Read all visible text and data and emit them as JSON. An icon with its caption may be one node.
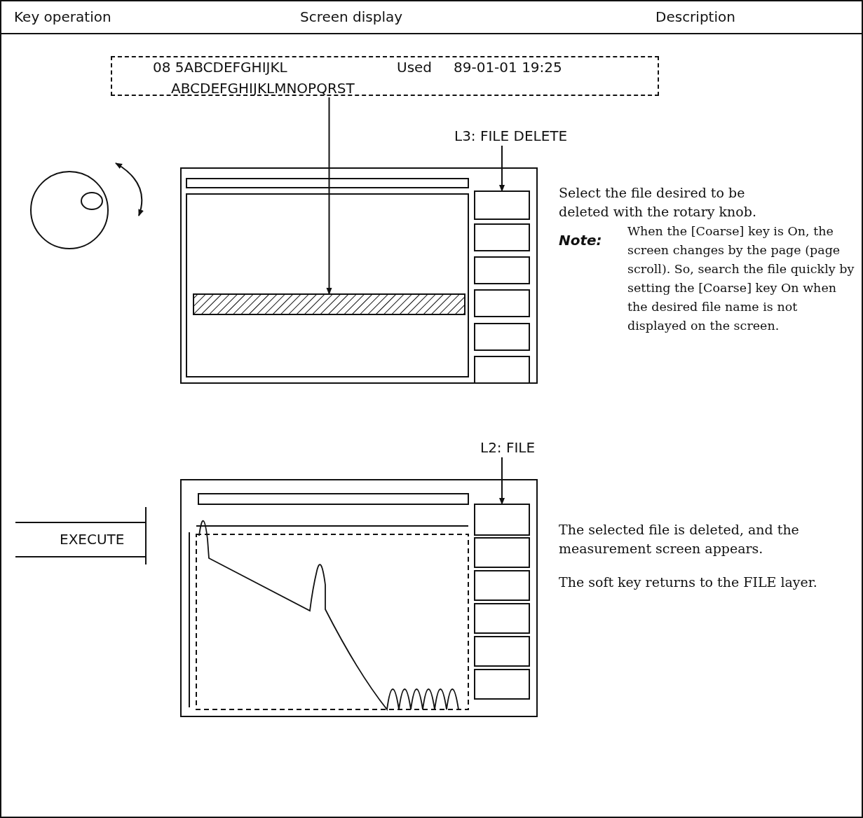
{
  "diagram": {
    "nodes": [
      {
        "text": [
          "08 5ABCDEFGHIJKL",
          "Used",
          "89-01-01 19:25",
          "ABCDEFGHIJKLMNOPQRST"
        ]
      },
      {
        "text": [
          "L3: FILE DELETE"
        ]
      },
      {
        "text": [],
        "shape": "box"
      },
      {
        "text": [],
        "shape": "bar"
      },
      {
        "text": [
          "L2: FILE"
        ]
      },
      {
        "text": [],
        "shape": "box"
      }
    ],
    "edges": [
      {
        "from": 0,
        "to": 3,
        "arrow": "to"
      },
      {
        "from": 1,
        "to": 2,
        "arrow": "to"
      },
      {
        "from": 4,
        "to": 5,
        "arrow": "to"
      }
    ],
    "labels": [
      "Key operation",
      "Screen display",
      "Description",
      "Select the file desired to be deleted with the rotary knob.",
      "Note:",
      "When the [Coarse] key is On, the screen changes by the page (page scroll). So, search the file quickly by setting the [Coarse] key On when the desired file name is not displayed on the screen.",
      "EXECUTE",
      "The selected file is deleted, and the measurement screen appears.",
      "The soft key returns to the FILE layer."
    ]
  }
}
